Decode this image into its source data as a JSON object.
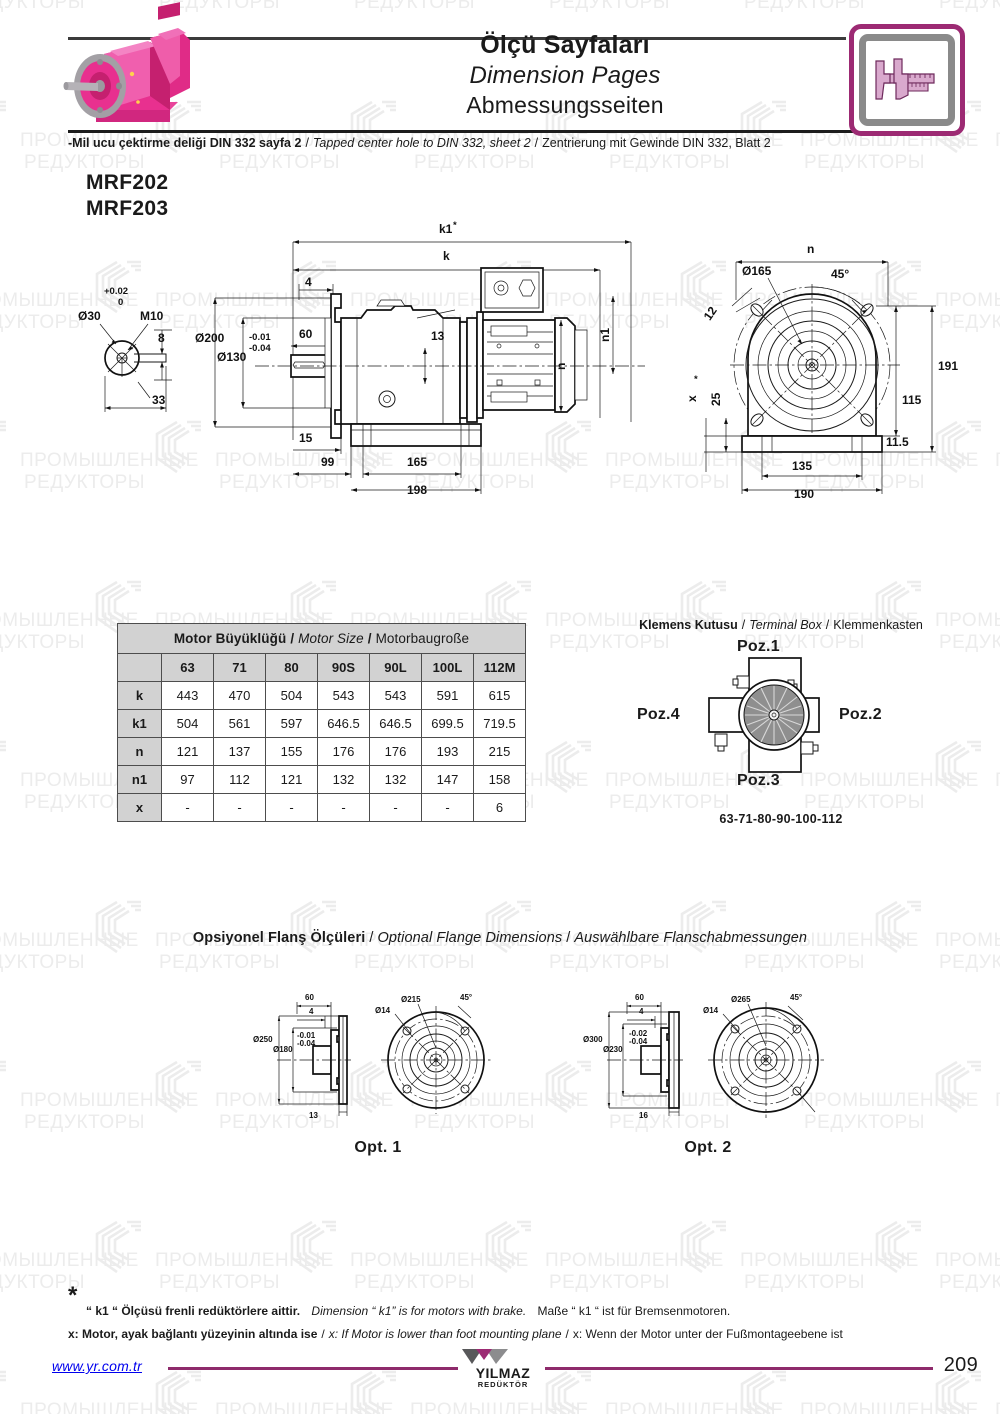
{
  "header": {
    "title_tr": "Ölçü Sayfaları",
    "title_en": "Dimension Pages",
    "title_de": "Abmessungsseiten",
    "din_note_tr": "-Mil ucu çektirme deliği DIN 332 sayfa 2",
    "din_note_en": "Tapped center hole to DIN 332, sheet 2",
    "din_note_de": "Zentrierung mit Gewinde DIN 332, Blatt 2",
    "separator": "/",
    "photo_icon": "gear-motor-photo",
    "badge_icon": "caliper-icon",
    "accent_color": "#9c2a73",
    "photo_color": "#e8308f"
  },
  "models": [
    "MRF202",
    "MRF203"
  ],
  "shaft_detail": {
    "diameter": "Ø30",
    "tolerance_upper": "+0.02",
    "tolerance_lower": "0",
    "thread": "M10",
    "key_width": "8",
    "key_length": "33"
  },
  "main_drawing": {
    "dims": {
      "k1": "k1",
      "k1_star": "*",
      "k": "k",
      "four": "4",
      "d200": "Ø200",
      "d130": "Ø130",
      "tol_upper": "-0.01",
      "tol_lower": "-0.04",
      "sixty": "60",
      "thirteen": "13",
      "fifteen": "15",
      "ninety_nine": "99",
      "one_sixty_five": "165",
      "one_ninety_eight": "198",
      "n": "n",
      "n1": "n1"
    }
  },
  "end_view": {
    "dims": {
      "n": "n",
      "d165": "Ø165",
      "angle": "45°",
      "twelve": "12",
      "x": "x",
      "x_star": "*",
      "twenty_five": "25",
      "one_fifteen": "115",
      "one_ninety_one": "191",
      "one_thirty_five": "135",
      "eleven_five": "11.5",
      "one_ninety": "190"
    }
  },
  "motor_table": {
    "title_tr": "Motor Büyüklüğü",
    "title_en": "Motor Size",
    "title_de": "Motorbaugroße",
    "separator": "/",
    "columns": [
      "63",
      "71",
      "80",
      "90S",
      "90L",
      "100L",
      "112M"
    ],
    "rows": [
      {
        "label": "k",
        "values": [
          "443",
          "470",
          "504",
          "543",
          "543",
          "591",
          "615"
        ]
      },
      {
        "label": "k1",
        "values": [
          "504",
          "561",
          "597",
          "646.5",
          "646.5",
          "699.5",
          "719.5"
        ]
      },
      {
        "label": "n",
        "values": [
          "121",
          "137",
          "155",
          "176",
          "176",
          "193",
          "215"
        ]
      },
      {
        "label": "n1",
        "values": [
          "97",
          "112",
          "121",
          "132",
          "132",
          "147",
          "158"
        ]
      },
      {
        "label": "x",
        "values": [
          "-",
          "-",
          "-",
          "-",
          "-",
          "-",
          "6"
        ]
      }
    ]
  },
  "terminal_box": {
    "title_tr": "Klemens Kutusu",
    "title_en": "Terminal Box",
    "title_de": "Klemmenkasten",
    "separator": "/",
    "positions": {
      "top": "Poz.1",
      "right": "Poz.2",
      "bottom": "Poz.3",
      "left": "Poz.4"
    },
    "sizes_note": "63-71-80-90-100-112"
  },
  "flange_section": {
    "title_tr": "Opsiyonel Flanş Ölçüleri",
    "title_en": "Optional Flange Dimensions",
    "title_de": "Auswählbare Flanschabmessungen",
    "separator": "/",
    "options": [
      {
        "caption": "Opt. 1",
        "dims": {
          "outer_dia": "Ø250",
          "pilot_dia": "Ø180",
          "bolt_circle": "Ø215",
          "hole_dia": "Ø14",
          "length": "60",
          "step": "4",
          "thickness": "13",
          "angle": "45°",
          "tol_upper": "-0.01",
          "tol_lower": "-0.04"
        }
      },
      {
        "caption": "Opt. 2",
        "dims": {
          "outer_dia": "Ø300",
          "pilot_dia": "Ø230",
          "bolt_circle": "Ø265",
          "hole_dia": "Ø14",
          "length": "60",
          "step": "4",
          "thickness": "16",
          "angle": "45°",
          "tol_upper": "-0.02",
          "tol_lower": "-0.04"
        }
      }
    ]
  },
  "footnotes": {
    "star": "*",
    "line1_tr": "“ k1 “ Ölçüsü frenli redüktörlere aittir.",
    "line1_en": "Dimension “ k1” is for motors with brake.",
    "line1_de": "Maße “ k1 “ ist für Bremsenmotoren.",
    "line2_tr": "x: Motor, ayak bağlantı yüzeyinin altında ise",
    "line2_en": "x: If Motor is lower than foot mounting plane",
    "line2_de": "x: Wenn der Motor unter der Fußmontageebene ist",
    "separator": "/"
  },
  "footer": {
    "url": "www.yr.com.tr",
    "logo_name": "YILMAZ",
    "logo_sub": "REDÜKTÖR",
    "page_number": "209",
    "rule_color": "#8e2a6b"
  },
  "watermark": {
    "line1": "ПРОМЫШЛЕННЫЕ",
    "line2": "РЕДУКТОРЫ",
    "color": "#ececec"
  }
}
